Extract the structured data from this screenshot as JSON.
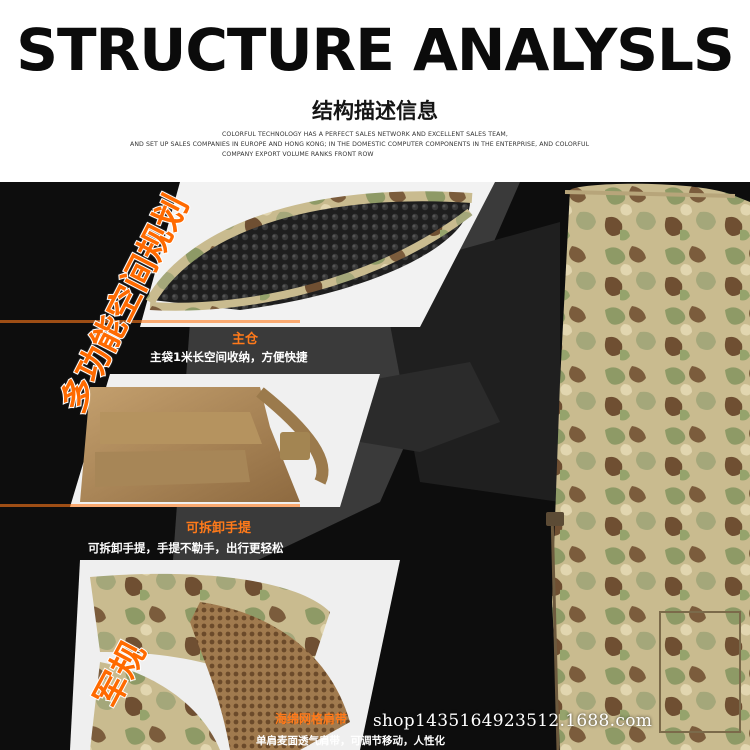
{
  "header": {
    "headline": "STRUCTURE ANALYSLS",
    "subtitle": "结构描述信息",
    "blurb": [
      "COLORFUL TECHNOLOGY HAS A PERFECT SALES NETWORK AND EXCELLENT SALES TEAM,",
      "AND SET UP SALES COMPANIES IN EUROPE AND HONG KONG; IN THE DOMESTIC COMPUTER COMPONENTS IN THE ENTERPRISE, AND COLORFUL",
      "COMPANY EXPORT VOLUME RANKS FRONT ROW"
    ]
  },
  "side_texts": {
    "multi_function": "多功能空间规划",
    "military": "军规"
  },
  "features": [
    {
      "title": "主仓",
      "desc": "主袋1米长空间收纳，方便快捷"
    },
    {
      "title": "可拆卸手提",
      "desc": "可拆卸手提，手提不勒手，出行更轻松"
    },
    {
      "title": "海绵网格肩带",
      "desc": "单肩麦面透气肩带，可调节移动，人性化"
    }
  ],
  "watermark": "shop1435164923512.1688.com",
  "colors": {
    "accent": "#ff7a1a",
    "background_dark": "#0d0d0d",
    "camo_tan": "#c2b58a",
    "camo_green": "#8f9a6a",
    "camo_brown": "#7a5a3a"
  }
}
